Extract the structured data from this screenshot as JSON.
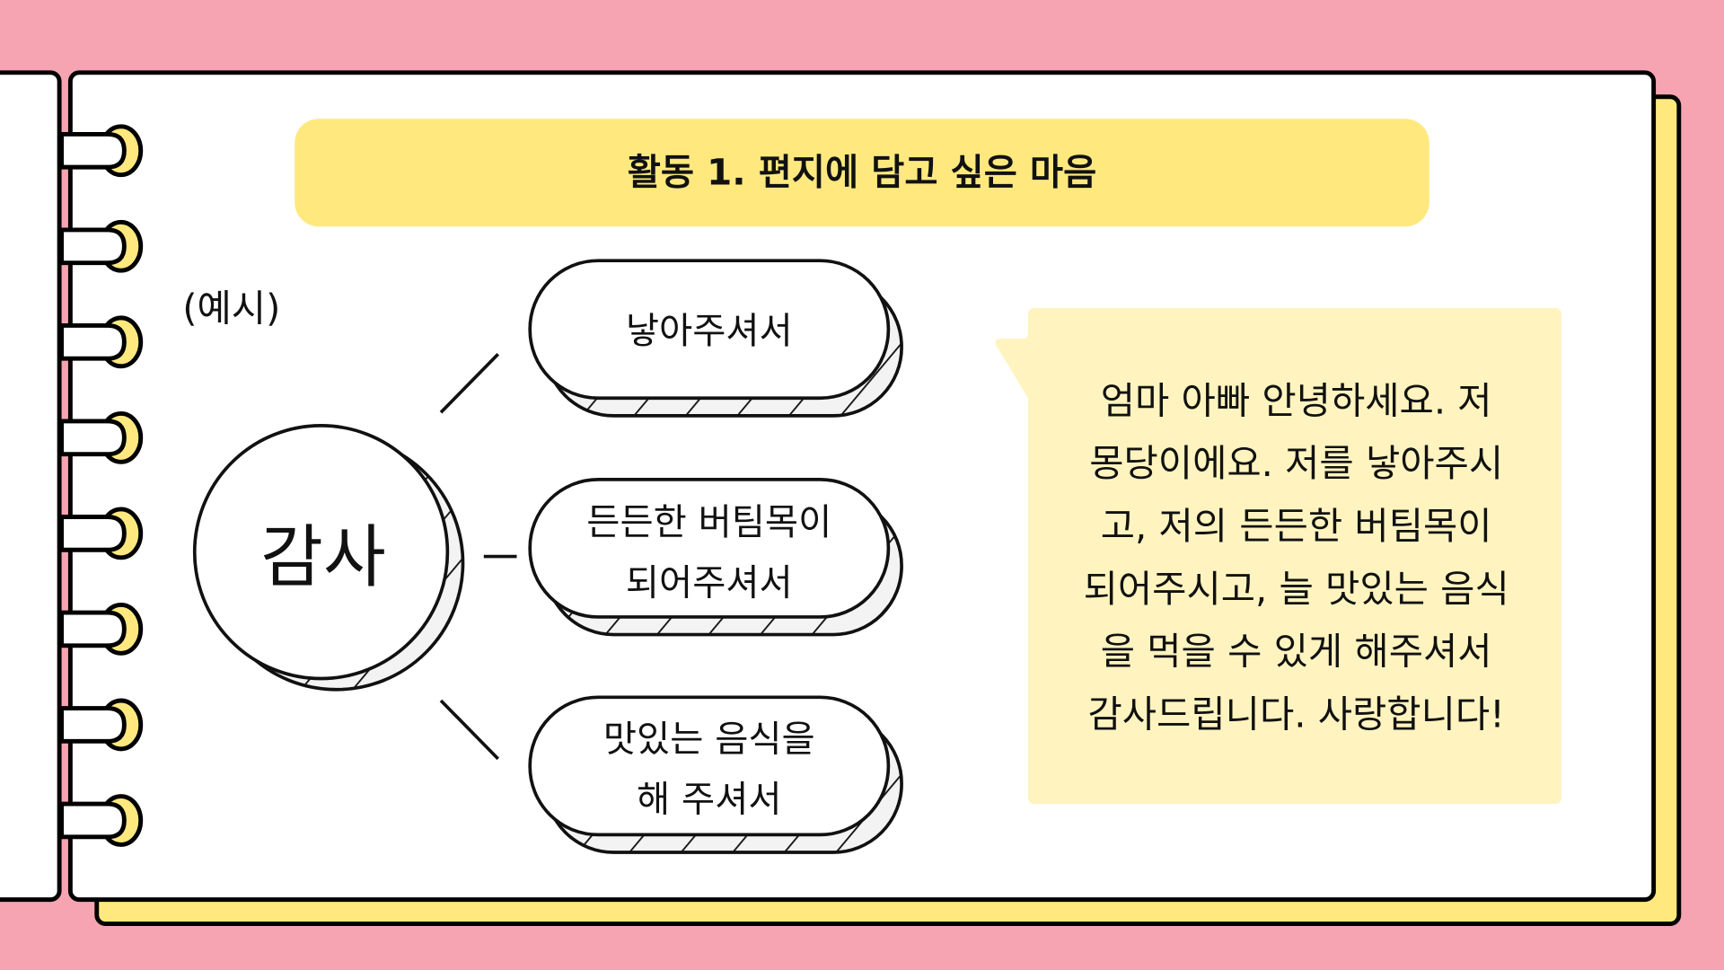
{
  "title": "활동 1. 편지에 담고 싶은 마음",
  "example_label": "(예시)",
  "center_word": "감사",
  "pills": [
    {
      "lines": [
        "낳아주셔서"
      ]
    },
    {
      "lines": [
        "든든한 버팀목이",
        "되어주셔서"
      ]
    },
    {
      "lines": [
        "맛있는 음식을",
        "해 주셔서"
      ]
    }
  ],
  "letter": {
    "lines": [
      "엄마 아빠 안녕하세요. 저",
      "몽당이에요. 저를 낳아주시",
      "고, 저의 든든한 버팀목이",
      "되어주시고, 늘 맛있는 음식",
      "을 먹을 수 있게 해주셔서",
      "감사드립니다. 사랑합니다!"
    ]
  },
  "colors": {
    "background": "#f7a4b2",
    "yellow": "#ffe97f",
    "letter_bg": "#fff4bf",
    "ink": "#111111"
  }
}
